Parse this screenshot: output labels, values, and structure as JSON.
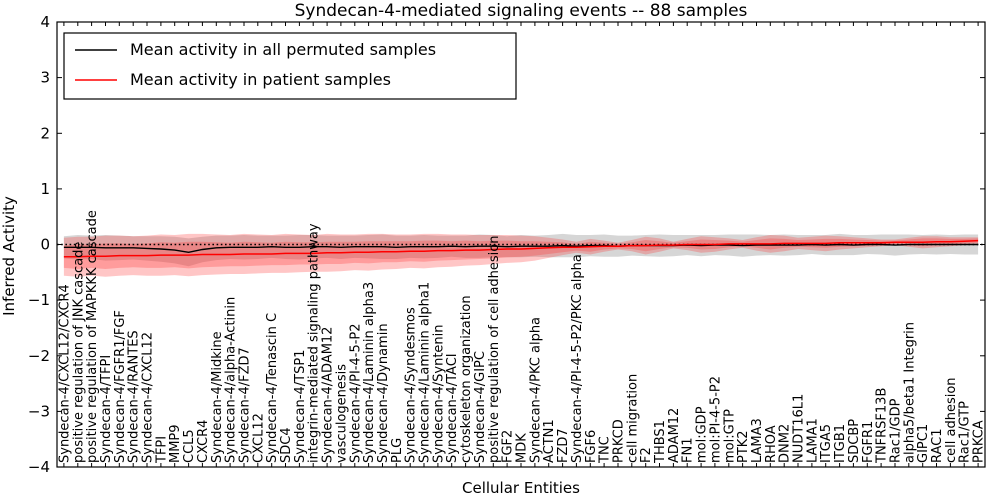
{
  "chart_data": {
    "type": "line",
    "title": "Syndecan-4-mediated signaling events -- 88 samples",
    "xlabel": "Cellular Entities",
    "ylabel": "Inferred Activity",
    "ylim": [
      -4,
      4
    ],
    "yticks": [
      4,
      3,
      2,
      1,
      0,
      -1,
      -2,
      -3,
      -4
    ],
    "ytick_labels": [
      "4",
      "3",
      "2",
      "1",
      "0",
      "−1",
      "−2",
      "−3",
      "−4"
    ],
    "grid": false,
    "zero_line": {
      "y": 0,
      "style": "dotted",
      "color": "#000000"
    },
    "legend": {
      "position": "upper left",
      "entries": [
        {
          "label": "Mean activity in all permuted samples",
          "color": "#000000"
        },
        {
          "label": "Mean activity in patient samples",
          "color": "#ff0000"
        }
      ]
    },
    "categories": [
      "Syndecan-4/CXCL12/CXCR4",
      "positive regulation of JNK cascade",
      "positive regulation of MAPKKK cascade",
      "Syndecan-4/TFPI",
      "Syndecan-4/FGFR1/FGF",
      "Syndecan-4/RANTES",
      "Syndecan-4/CXCL12",
      "TFPI",
      "MMP9",
      "CCL5",
      "CXCR4",
      "Syndecan-4/Midkine",
      "Syndecan-4/alpha-Actinin",
      "Syndecan-4/FZD7",
      "CXCL12",
      "Syndecan-4/Tenascin C",
      "SDC4",
      "Syndecan-4/TSP1",
      "integrin-mediated signaling pathway",
      "Syndecan-4/ADAM12",
      "vasculogenesis",
      "Syndecan-4/PI-4-5-P2",
      "Syndecan-4/Laminin alpha3",
      "Syndecan-4/Dynamin",
      "PLG",
      "Syndecan-4/Syndesmos",
      "Syndecan-4/Laminin alpha1",
      "Syndecan-4/Syntenin",
      "Syndecan-4/TACI",
      "cytoskeleton organization",
      "Syndecan-4/GIPC",
      "positive regulation of cell adhesion",
      "FGF2",
      "MDK",
      "Syndecan-4/PKC alpha",
      "ACTN1",
      "FZD7",
      "Syndecan-4/PI-4-5-P2/PKC alpha",
      "FGF6",
      "TNC",
      "PRKCD",
      "cell migration",
      "F2",
      "THBS1",
      "ADAM12",
      "FN1",
      "mol:GDP",
      "mol:PI-4-5-P2",
      "mol:GTP",
      "PTK2",
      "LAMA3",
      "RHOA",
      "DNM2",
      "NUDT16L1",
      "LAMA1",
      "ITGA5",
      "ITGB1",
      "SDCBP",
      "FGFR1",
      "TNFRSF13B",
      "Rac1/GDP",
      "alpha5/beta1 Integrin",
      "GIPC1",
      "RAC1",
      "cell adhesion",
      "Rac1/GTP",
      "PRKCA"
    ],
    "series": [
      {
        "name": "Mean activity in all permuted samples",
        "color": "#000000",
        "band_color": "#999999",
        "band_opacity": 0.4,
        "values": [
          -0.05,
          -0.05,
          -0.05,
          -0.06,
          -0.06,
          -0.06,
          -0.07,
          -0.08,
          -0.1,
          -0.14,
          -0.09,
          -0.06,
          -0.05,
          -0.05,
          -0.05,
          -0.04,
          -0.05,
          -0.05,
          -0.04,
          -0.04,
          -0.05,
          -0.04,
          -0.04,
          -0.04,
          -0.05,
          -0.04,
          -0.04,
          -0.04,
          -0.03,
          -0.04,
          -0.03,
          -0.03,
          -0.04,
          -0.03,
          -0.03,
          -0.03,
          -0.02,
          -0.03,
          -0.02,
          -0.02,
          -0.03,
          -0.02,
          -0.02,
          -0.02,
          -0.02,
          -0.01,
          -0.02,
          -0.01,
          -0.01,
          -0.02,
          -0.01,
          -0.01,
          -0.01,
          -0.01,
          0.0,
          -0.01,
          0.0,
          -0.01,
          0.0,
          0.0,
          -0.01,
          0.0,
          0.0,
          0.0,
          0.0,
          0.0,
          0.0
        ],
        "band_half_width": [
          0.2,
          0.22,
          0.21,
          0.23,
          0.22,
          0.21,
          0.22,
          0.23,
          0.24,
          0.25,
          0.23,
          0.22,
          0.21,
          0.22,
          0.21,
          0.2,
          0.21,
          0.22,
          0.21,
          0.2,
          0.21,
          0.2,
          0.21,
          0.22,
          0.21,
          0.2,
          0.21,
          0.2,
          0.19,
          0.2,
          0.21,
          0.2,
          0.19,
          0.2,
          0.19,
          0.2,
          0.21,
          0.2,
          0.19,
          0.2,
          0.19,
          0.18,
          0.19,
          0.2,
          0.19,
          0.18,
          0.19,
          0.18,
          0.19,
          0.2,
          0.19,
          0.18,
          0.19,
          0.18,
          0.17,
          0.18,
          0.19,
          0.18,
          0.17,
          0.18,
          0.19,
          0.18,
          0.17,
          0.18,
          0.17,
          0.18,
          0.18
        ]
      },
      {
        "name": "Mean activity in patient samples",
        "color": "#ff0000",
        "band_color": "#ff2b2b",
        "band_opacity": 0.27,
        "values": [
          -0.22,
          -0.22,
          -0.21,
          -0.21,
          -0.2,
          -0.2,
          -0.2,
          -0.19,
          -0.19,
          -0.19,
          -0.18,
          -0.18,
          -0.18,
          -0.17,
          -0.17,
          -0.17,
          -0.16,
          -0.16,
          -0.16,
          -0.15,
          -0.15,
          -0.14,
          -0.14,
          -0.13,
          -0.13,
          -0.12,
          -0.12,
          -0.11,
          -0.11,
          -0.1,
          -0.1,
          -0.09,
          -0.08,
          -0.08,
          -0.07,
          -0.06,
          -0.05,
          -0.05,
          -0.04,
          -0.03,
          -0.03,
          -0.02,
          -0.02,
          -0.01,
          -0.01,
          0.0,
          0.0,
          0.0,
          0.01,
          0.01,
          0.01,
          0.01,
          0.02,
          0.02,
          0.02,
          0.02,
          0.03,
          0.03,
          0.03,
          0.03,
          0.04,
          0.04,
          0.04,
          0.05,
          0.05,
          0.06,
          0.07
        ],
        "band_half_width": [
          0.34,
          0.36,
          0.35,
          0.37,
          0.36,
          0.35,
          0.36,
          0.37,
          0.36,
          0.38,
          0.37,
          0.36,
          0.35,
          0.36,
          0.35,
          0.34,
          0.35,
          0.34,
          0.33,
          0.34,
          0.33,
          0.32,
          0.33,
          0.32,
          0.31,
          0.3,
          0.31,
          0.3,
          0.29,
          0.28,
          0.27,
          0.26,
          0.25,
          0.24,
          0.22,
          0.18,
          0.14,
          0.1,
          0.14,
          0.1,
          0.06,
          0.1,
          0.16,
          0.12,
          0.06,
          0.1,
          0.15,
          0.13,
          0.1,
          0.07,
          0.12,
          0.16,
          0.14,
          0.1,
          0.12,
          0.14,
          0.12,
          0.1,
          0.08,
          0.06,
          0.05,
          0.08,
          0.11,
          0.1,
          0.08,
          0.07,
          0.06
        ],
        "inner_band_half_width": [
          0.2,
          0.22,
          0.21,
          0.23,
          0.22,
          0.21,
          0.22,
          0.23,
          0.22,
          0.24,
          0.23,
          0.22,
          0.21,
          0.22,
          0.21,
          0.2,
          0.21,
          0.2,
          0.2,
          0.2,
          0.2,
          0.19,
          0.2,
          0.19,
          0.19,
          0.18,
          0.19,
          0.18,
          0.17,
          0.17,
          0.16,
          0.16,
          0.15,
          0.14,
          0.13,
          0.11,
          0.09,
          0.06,
          0.09,
          0.06,
          0.04,
          0.06,
          0.1,
          0.07,
          0.04,
          0.06,
          0.09,
          0.08,
          0.06,
          0.04,
          0.07,
          0.1,
          0.08,
          0.06,
          0.07,
          0.08,
          0.07,
          0.06,
          0.05,
          0.04,
          0.03,
          0.05,
          0.07,
          0.06,
          0.05,
          0.04,
          0.04
        ]
      }
    ]
  }
}
